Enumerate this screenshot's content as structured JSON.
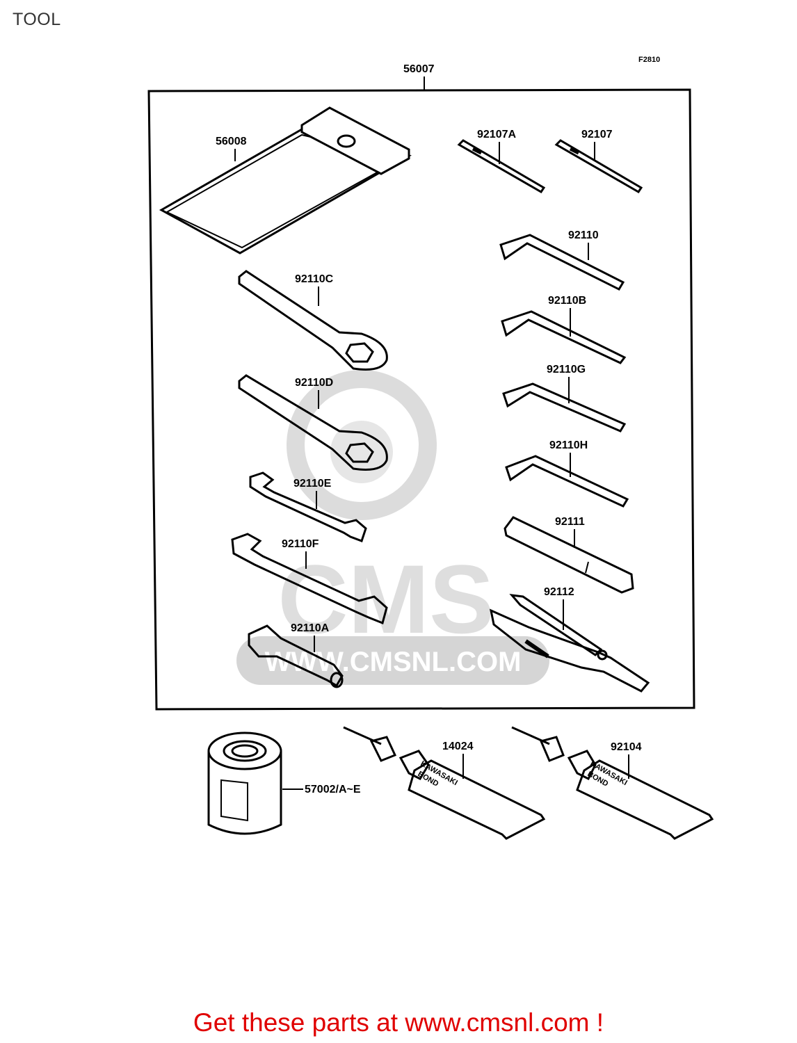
{
  "page": {
    "title": "TOOL"
  },
  "diagram": {
    "figure_code": "F2810",
    "kit_label": "56007",
    "parts": {
      "tool_bag": "56008",
      "screwdriver_a": "92107A",
      "screwdriver": "92107",
      "hex_key": "92110",
      "hex_key_b": "92110B",
      "hex_key_g": "92110G",
      "hex_key_h": "92110H",
      "ring_wrench_c": "92110C",
      "ring_wrench_d": "92110D",
      "open_wrench_e": "92110E",
      "open_wrench_f": "92110F",
      "spark_plug_wrench": "92110A",
      "handle": "92111",
      "pliers": "92112",
      "oil_filter": "57002/A~E",
      "bond_tube_1": "14024",
      "bond_tube_2": "92104"
    },
    "tube_text_line1": "KAWASAKI",
    "tube_text_line2": "BOND",
    "watermark_url": "WWW.CMSNL.COM",
    "watermark_logo": "CMS"
  },
  "footer": {
    "link_text": "Get these parts at www.cmsnl.com !"
  },
  "colors": {
    "footer_link": "#e00000",
    "watermark": "#d9d9d9",
    "line": "#000000"
  }
}
